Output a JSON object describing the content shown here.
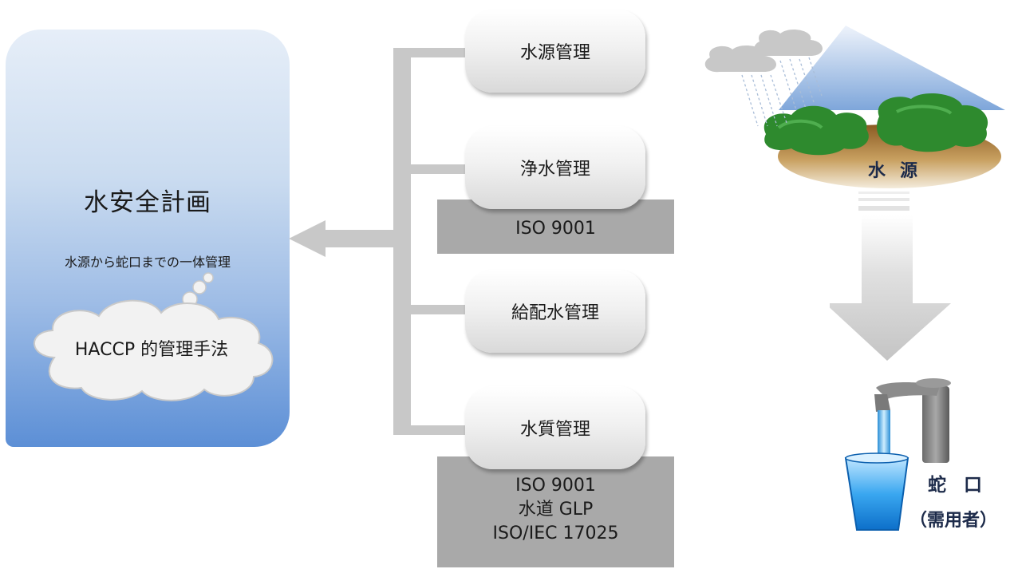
{
  "water_safety_plan": {
    "title": "水安全計画",
    "subtitle": "水源から蛇口までの一体管理",
    "method": "HACCP 的管理手法"
  },
  "processes": [
    {
      "label": "水源管理"
    },
    {
      "label": "浄水管理",
      "standards": [
        "ISO 9001"
      ]
    },
    {
      "label": "給配水管理"
    },
    {
      "label": "水質管理",
      "standards": [
        "ISO 9001",
        "水道 GLP",
        "ISO/IEC 17025"
      ]
    }
  ],
  "illustration": {
    "source_label": "水源",
    "tap_label": "蛇口",
    "consumer_label": "（需用者）"
  },
  "colors": {
    "panel_top": "#e6eef8",
    "panel_bottom": "#5c8fd6",
    "connector_gray": "#c8c8c8",
    "standard_box_gray": "#a9a9a9",
    "label_navy": "#1d2b4a"
  }
}
